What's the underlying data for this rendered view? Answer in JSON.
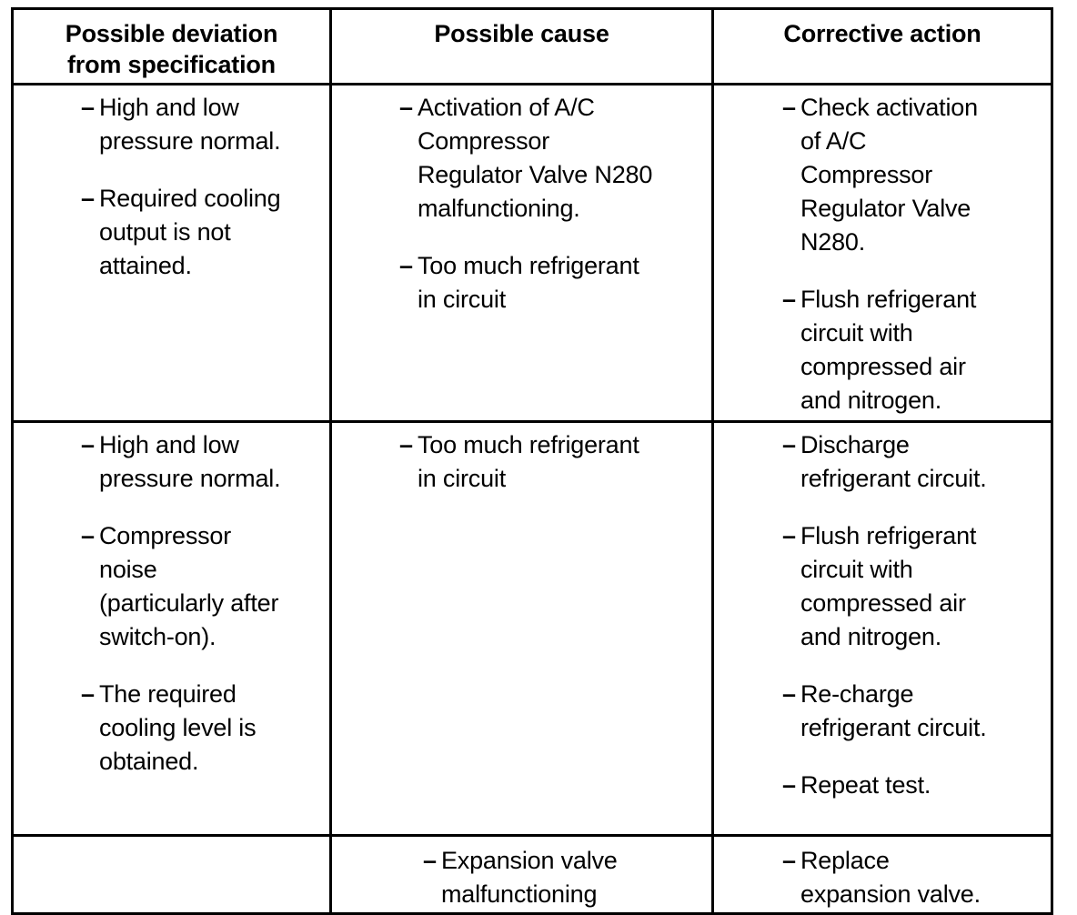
{
  "table": {
    "columns": [
      {
        "id": "deviation",
        "header": "Possible deviation\nfrom specification"
      },
      {
        "id": "cause",
        "header": "Possible cause"
      },
      {
        "id": "action",
        "header": "Corrective action"
      }
    ],
    "bullet_glyph": "–",
    "rows": [
      {
        "deviation": [
          "High and low\npressure normal.",
          "Required cooling\noutput is not\nattained."
        ],
        "cause": [
          "Activation of A/C\nCompressor\nRegulator Valve N280\nmalfunctioning.",
          "Too much refrigerant\nin circuit"
        ],
        "action": [
          "Check activation\nof A/C\nCompressor\nRegulator Valve\nN280.",
          "Flush refrigerant\ncircuit with\ncompressed air\nand nitrogen."
        ]
      },
      {
        "deviation": [
          "High and low\npressure normal.",
          "Compressor\nnoise\n(particularly after\nswitch-on).",
          "The required\ncooling level is\nobtained."
        ],
        "cause": [
          "Too much refrigerant\nin circuit"
        ],
        "action": [
          "Discharge\nrefrigerant circuit.",
          "Flush refrigerant\ncircuit with\ncompressed air\nand nitrogen.",
          "Re-charge\nrefrigerant circuit.",
          "Repeat test."
        ]
      },
      {
        "deviation": [],
        "cause": [
          "Expansion valve\nmalfunctioning"
        ],
        "action": [
          "Replace\nexpansion valve."
        ]
      }
    ]
  },
  "colors": {
    "border": "#000000",
    "background": "#ffffff",
    "text": "#000000"
  }
}
